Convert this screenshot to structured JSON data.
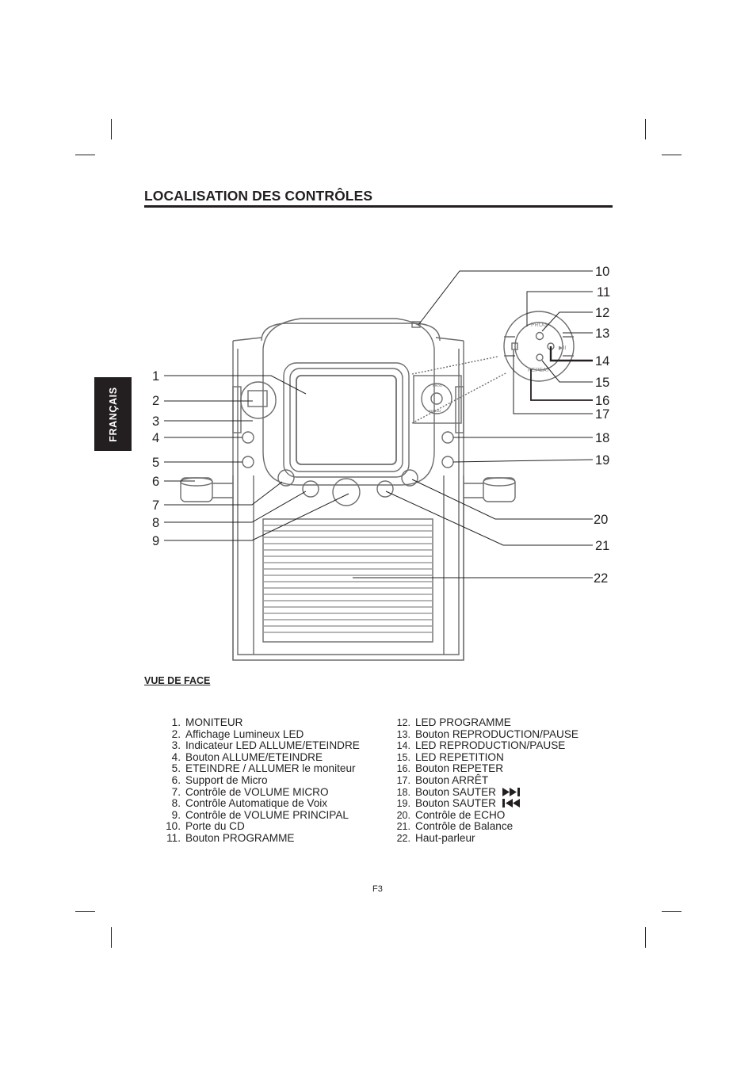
{
  "language_tab": "FRANÇAIS",
  "section_title": "LOCALISATION DES CONTRÔLES",
  "view_title": "VUE DE FACE",
  "callout_numbers": [
    "1",
    "2",
    "3",
    "4",
    "5",
    "6",
    "7",
    "8",
    "9",
    "10",
    "11",
    "12",
    "13",
    "14",
    "15",
    "16",
    "17",
    "18",
    "19",
    "20",
    "21",
    "22"
  ],
  "control_panel": {
    "prog_label": "PROG",
    "repeat_label": "REPEAT",
    "play_pause_symbol": "▶II",
    "stop_symbol": "□"
  },
  "legend_left": [
    {
      "n": "1.",
      "text": "MONITEUR"
    },
    {
      "n": "2.",
      "text": "Affichage Lumineux LED"
    },
    {
      "n": "3.",
      "text": "Indicateur LED ALLUME/ETEINDRE"
    },
    {
      "n": "4.",
      "text": "Bouton ALLUME/ETEINDRE"
    },
    {
      "n": "5.",
      "text": "ETEINDRE / ALLUMER le moniteur"
    },
    {
      "n": "6.",
      "text": "Support de Micro"
    },
    {
      "n": "7.",
      "text": "Contrôle de VOLUME MICRO"
    },
    {
      "n": "8.",
      "text": "Contrôle Automatique de Voix"
    },
    {
      "n": "9.",
      "text": "Contrôle de VOLUME PRINCIPAL"
    },
    {
      "n": "10.",
      "text": "Porte du CD"
    },
    {
      "n": "11.",
      "text": "Bouton PROGRAMME"
    }
  ],
  "legend_right": [
    {
      "n": "12.",
      "text": "LED PROGRAMME"
    },
    {
      "n": "13.",
      "text": "Bouton REPRODUCTION/PAUSE"
    },
    {
      "n": "14.",
      "text": "LED REPRODUCTION/PAUSE"
    },
    {
      "n": "15.",
      "text": "LED REPETITION"
    },
    {
      "n": "16.",
      "text": "Bouton REPETER"
    },
    {
      "n": "17.",
      "text": "Bouton ARRÊT"
    },
    {
      "n": "18.",
      "text": "Bouton SAUTER",
      "icon": "skip-forward-icon"
    },
    {
      "n": "19.",
      "text": "Bouton SAUTER",
      "icon": "skip-back-icon"
    },
    {
      "n": "20.",
      "text": "Contrôle de ECHO"
    },
    {
      "n": "21.",
      "text": "Contrôle de Balance"
    },
    {
      "n": "22.",
      "text": "Haut-parleur"
    }
  ],
  "page_number": "F3"
}
